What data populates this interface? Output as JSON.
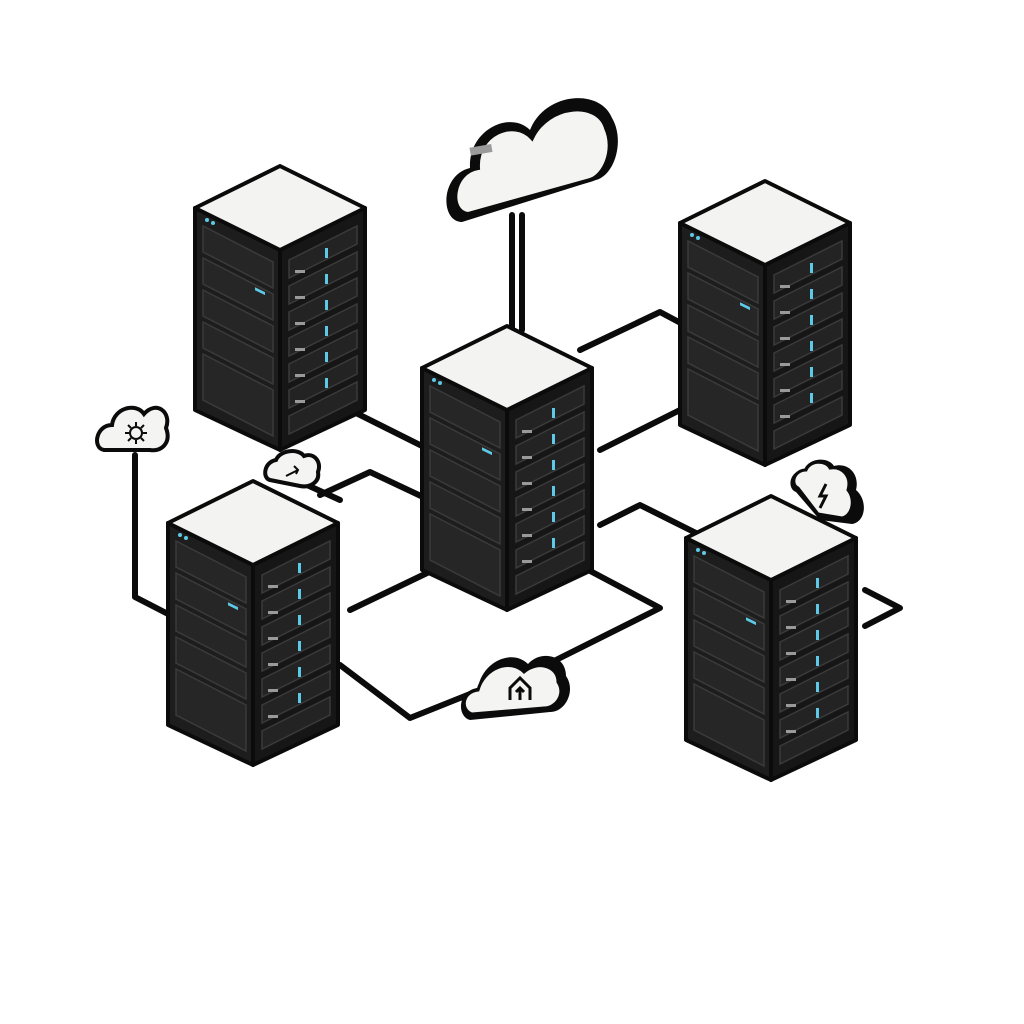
{
  "colors": {
    "background": "#ffffff",
    "outline": "#0b0b0b",
    "rack_body": "#161616",
    "rack_panel": "#242424",
    "rack_top": "#f3f3f1",
    "cloud_fill": "#f4f4f2",
    "accent_led": "#5ec9e6"
  },
  "diagram": {
    "servers": [
      {
        "id": "server-top-left"
      },
      {
        "id": "server-top-right"
      },
      {
        "id": "server-center"
      },
      {
        "id": "server-bottom-left"
      },
      {
        "id": "server-bottom-right"
      }
    ],
    "clouds": [
      {
        "id": "cloud-main",
        "icon": "none"
      },
      {
        "id": "cloud-gear",
        "icon": "gear-icon"
      },
      {
        "id": "cloud-sync",
        "icon": "sync-arrows-icon"
      },
      {
        "id": "cloud-lightning",
        "icon": "lightning-icon"
      },
      {
        "id": "cloud-upload",
        "icon": "upload-home-icon"
      }
    ]
  }
}
